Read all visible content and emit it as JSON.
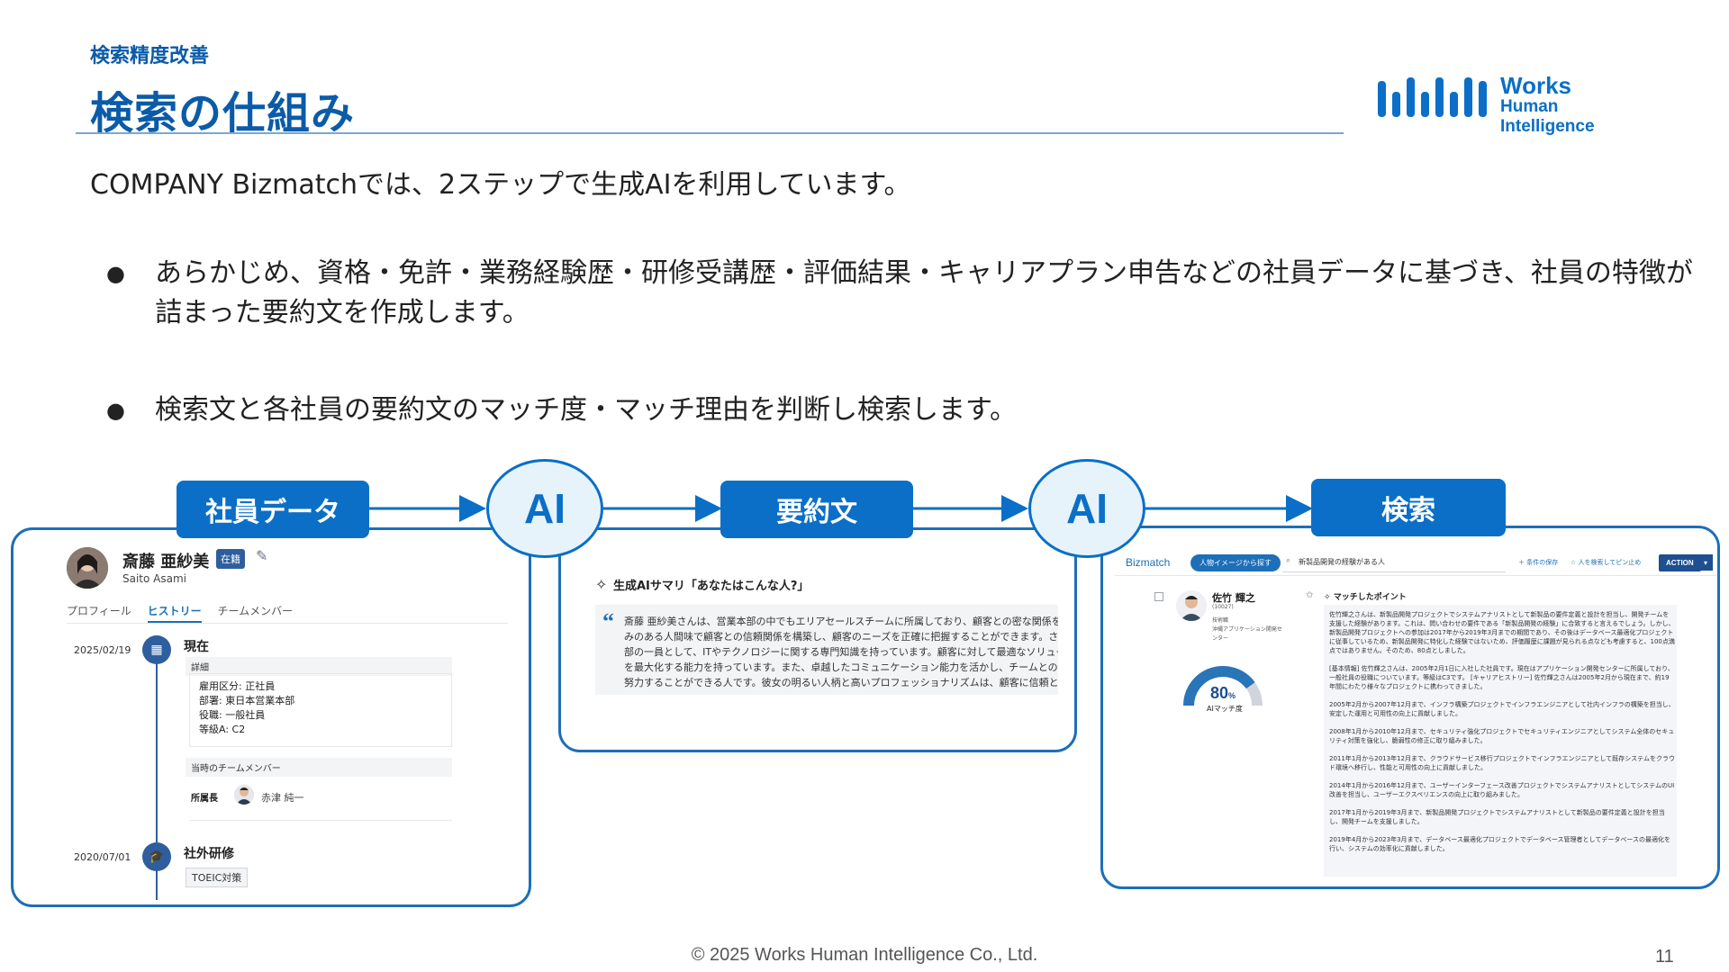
{
  "header": {
    "breadcrumb": "検索精度改善",
    "title": "検索の仕組み",
    "logo_line1": "Works",
    "logo_line2": "Human Intelligence"
  },
  "intro": "COMPANY Bizmatchでは、2ステップで生成AIを利用しています。",
  "bullets": [
    {
      "text": "あらかじめ、資格・免許・業務経験歴・研修受講歴・評価結果・キャリアプラン申告などの社員データに基づき、社員の特徴が詰まった要約文を作成します。"
    },
    {
      "text": "検索文と各社員の要約文のマッチ度・マッチ理由を判断し検索します。"
    }
  ],
  "bullet_glyph": "●",
  "flow": {
    "step1": "社員データ",
    "ai1": "AI",
    "step2": "要約文",
    "ai2": "AI",
    "step3": "検索"
  },
  "employee": {
    "name": "斎藤 亜紗美",
    "badge": "在籍",
    "roman": "Saito Asami",
    "tabs": [
      "プロフィール",
      "ヒストリー",
      "チームメンバー"
    ],
    "entries": [
      {
        "date": "2025/02/19",
        "title": "現在",
        "section": "詳細",
        "details": [
          "雇用区分: 正社員",
          "部署: 東日本営業本部",
          "役職: 一般社員",
          "等級A: C2"
        ],
        "team_section": "当時のチームメンバー",
        "team_role": "所属長",
        "team_member": "赤津 純一"
      },
      {
        "date": "2020/07/01",
        "title": "社外研修",
        "tag": "TOEIC対策"
      }
    ]
  },
  "summary": {
    "heading": "生成AIサマリ「あなたはこんな人?」",
    "quote": "“",
    "lines": [
      "斎藤 亜紗美さんは、営業本部の中でもエリアセールスチームに所属しており、顧客との密な関係を築",
      "みのある人間味で顧客との信頼関係を構築し、顧客のニーズを正確に把握することができます。さら",
      "部の一員として、ITやテクノロジーに関する専門知識を持っています。顧客に対して最適なソリュー",
      "を最大化する能力を持っています。また、卓越したコミュニケーション能力を活かし、チームとの連携",
      "努力することができる人です。彼女の明るい人柄と高いプロフェッショナリズムは、顧客に信頼と安"
    ]
  },
  "bizmatch": {
    "logo": "Bizmatch",
    "mode_pill": "人物イメージから探す",
    "query": "新製品開発の経験がある人",
    "save_link": "＋ 条件の保存",
    "pin_link": "☆ 人を検索してピン止め",
    "action": "ACTION",
    "candidate": {
      "name": "佐竹 輝之",
      "id": "(10027)",
      "role": "技術職",
      "dept_line1": "沖縄アプリケーション開発セ",
      "dept_line2": "ンター",
      "score": 80,
      "score_unit": "%",
      "score_label": "AIマッチ度"
    },
    "match_heading": "マッチしたポイント",
    "match_paragraphs": [
      "佐竹輝之さんは、新製品開発プロジェクトでシステムアナリストとして新製品の要件定義と設計を担当し、開発チームを支援した経験があります。これは、問い合わせの要件である「新製品開発の経験」に合致すると言えるでしょう。しかし、新製品開発プロジェクトへの参加は2017年から2019年3月までの期間であり、その後はデータベース最適化プロジェクトに従事しているため、新製品開発に特化した経験ではないため、評価履歴に課題が見られる点なども考慮すると、100点満点ではありません。そのため、80点としました。",
      "[基本情報] 佐竹輝之さんは、2005年2月1日に入社した社員です。現在はアプリケーション開発センターに所属しており、一般社員の役職についています。等級はC3です。 [キャリアヒストリー] 佐竹輝之さんは2005年2月から現在まで、約19年間にわたり様々なプロジェクトに携わってきました。",
      "2005年2月から2007年12月まで、インフラ構築プロジェクトでインフラエンジニアとして社内インフラの構築を担当し、安定した運用と可用性の向上に貢献しました。",
      "2008年1月から2010年12月まで、セキュリティ強化プロジェクトでセキュリティエンジニアとしてシステム全体のセキュリティ対策を強化し、脆弱性の修正に取り組みました。",
      "2011年1月から2013年12月まで、クラウドサービス移行プロジェクトでインフラエンジニアとして既存システムをクラウド環境へ移行し、性能と可用性の向上に貢献しました。",
      "2014年1月から2016年12月まで、ユーザーインターフェース改善プロジェクトでシステムアナリストとしてシステムのUI改善を担当し、ユーザーエクスペリエンスの向上に取り組みました。",
      "2017年1月から2019年3月まで、新製品開発プロジェクトでシステムアナリストとして新製品の要件定義と設計を担当し、開発チームを支援しました。",
      "2019年4月から2023年3月まで、データベース最適化プロジェクトでデータベース管理者としてデータベースの最適化を行い、システムの効率化に貢献しました。"
    ]
  },
  "footer": {
    "copyright": "© 2025 Works Human Intelligence Co., Ltd.",
    "page": "11"
  },
  "colors": {
    "brand": "#0b6fc7",
    "title": "#0b5ba8",
    "panel_border": "#1d6fb8"
  },
  "icons": [
    "edit-icon",
    "building-icon",
    "graduation-icon",
    "sparkle-icon",
    "search-icon",
    "pin-icon",
    "chevron-down-icon"
  ]
}
